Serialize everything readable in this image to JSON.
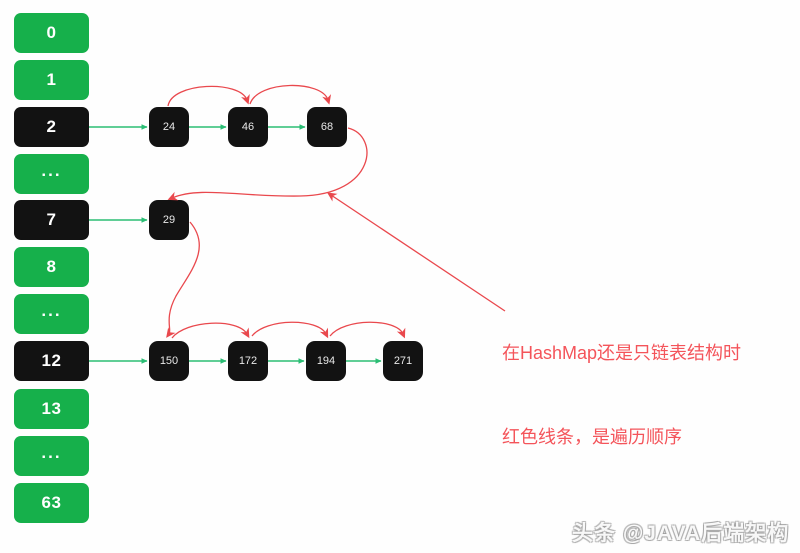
{
  "diagram": {
    "title": "HashMap bucket array with linked list chains",
    "background_color": "#fefefe",
    "colors": {
      "bucket_green": "#16b04b",
      "bucket_dark": "#121212",
      "node_dark": "#121212",
      "next_pointer_green": "#2bbd74",
      "traversal_red": "#e8393e",
      "annotation_red": "#f4545a"
    }
  },
  "buckets": [
    {
      "label": "0",
      "state": "empty"
    },
    {
      "label": "1",
      "state": "empty"
    },
    {
      "label": "2",
      "state": "occupied"
    },
    {
      "label": "...",
      "state": "empty"
    },
    {
      "label": "7",
      "state": "occupied"
    },
    {
      "label": "8",
      "state": "empty"
    },
    {
      "label": "...",
      "state": "empty"
    },
    {
      "label": "12",
      "state": "occupied"
    },
    {
      "label": "13",
      "state": "empty"
    },
    {
      "label": "...",
      "state": "empty"
    },
    {
      "label": "63",
      "state": "empty"
    }
  ],
  "chains": [
    {
      "bucket": "2",
      "nodes": [
        "24",
        "46",
        "68"
      ]
    },
    {
      "bucket": "7",
      "nodes": [
        "29"
      ]
    },
    {
      "bucket": "12",
      "nodes": [
        "150",
        "172",
        "194",
        "271"
      ]
    }
  ],
  "annotation": {
    "line1": "在HashMap还是只链表结构时",
    "line2": "红色线条，是遍历顺序"
  },
  "watermark": {
    "text": "头条 @JAVA后端架构"
  }
}
